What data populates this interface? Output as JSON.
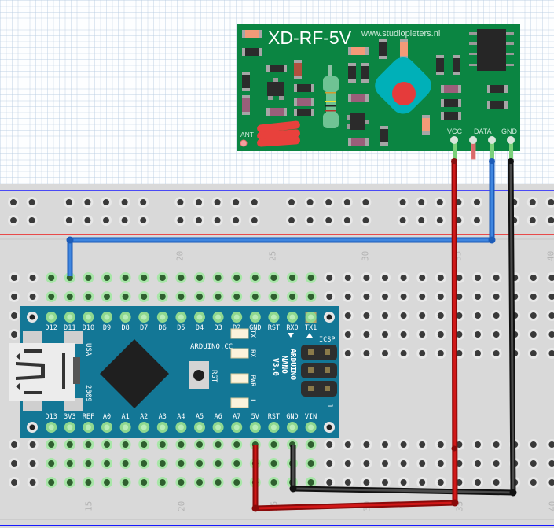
{
  "diagram": {
    "title": "Arduino Nano with XD-RF-5V receiver on breadboard",
    "colors": {
      "breadboard": "#d9d9d9",
      "breadboard_channel": "#cfcdcb",
      "rail_blue": "#1a1aff",
      "rail_red": "#e84a4a",
      "hole": "#3a3a3a",
      "hole_connected": "#2f5f2f",
      "hole_glow": "#8fe08f",
      "rf_pcb": "#0b8542",
      "nano_pcb": "#137796",
      "wire_red": "#c91414",
      "wire_blue": "#2a6fd0",
      "wire_black": "#333333",
      "column_number": "#b4b4b4"
    },
    "breadboard": {
      "column_numbers_top": [
        "20",
        "25",
        "30",
        "35",
        "40"
      ],
      "column_numbers_bottom": [
        "15",
        "20",
        "25",
        "30",
        "35",
        "40"
      ]
    },
    "rf_module": {
      "name": "XD-RF-5V",
      "website": "www.studiopieters.nl",
      "antenna_label": "ANT",
      "pins": [
        "VCC",
        "DATA",
        "GND"
      ]
    },
    "arduino_nano": {
      "top_pins": [
        "D12",
        "D11",
        "D10",
        "D9",
        "D8",
        "D7",
        "D6",
        "D5",
        "D4",
        "D3",
        "D2",
        "GND",
        "RST",
        "RX0",
        "TX1"
      ],
      "bottom_pins": [
        "D13",
        "3V3",
        "REF",
        "A0",
        "A1",
        "A2",
        "A3",
        "A4",
        "A5",
        "A6",
        "A7",
        "5V",
        "RST",
        "GND",
        "VIN"
      ],
      "brand_text": "ARDUINO.CC",
      "board_lines": [
        "ARDUINO",
        "NANO",
        "V3.0"
      ],
      "usb_text_1": "USA",
      "usb_text_2": "2009",
      "reset_label": "RST",
      "led_labels": [
        "TX",
        "RX",
        "PWR",
        "L"
      ],
      "icsp_label": "ICSP",
      "icsp_pin1": "1"
    },
    "wires": [
      {
        "name": "vcc-wire",
        "color": "red",
        "from": "RF VCC",
        "to": "Nano 5V"
      },
      {
        "name": "data-wire",
        "color": "blue",
        "from": "RF DATA",
        "to": "Nano D11 column"
      },
      {
        "name": "gnd-wire",
        "color": "black",
        "from": "RF GND",
        "to": "Nano GND"
      }
    ]
  }
}
